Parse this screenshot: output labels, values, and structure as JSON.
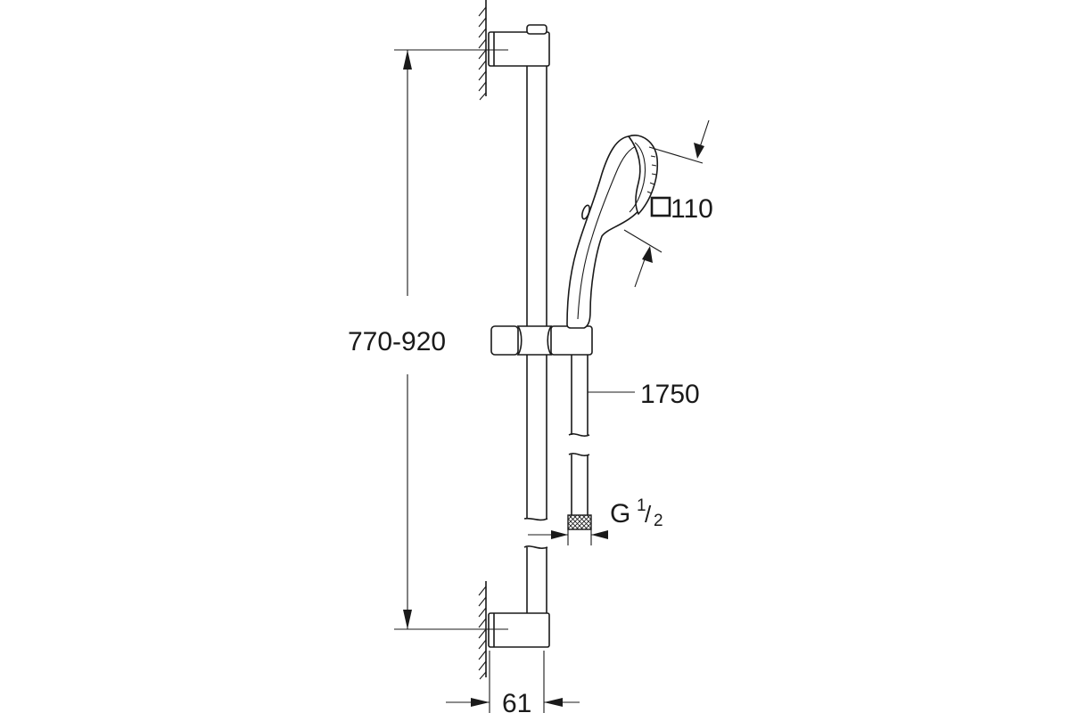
{
  "dimensions": {
    "height_range": "770-920",
    "hose_length": "1750",
    "handshower_size": "110",
    "connection_thread": "G",
    "connection_numerator": "1",
    "connection_slash": "/",
    "connection_denominator": "2",
    "wall_distance": "61"
  },
  "icons": {
    "square_symbol": "square-dimension-icon"
  },
  "colors": {
    "line": "#1a1a1a",
    "background": "#ffffff"
  }
}
